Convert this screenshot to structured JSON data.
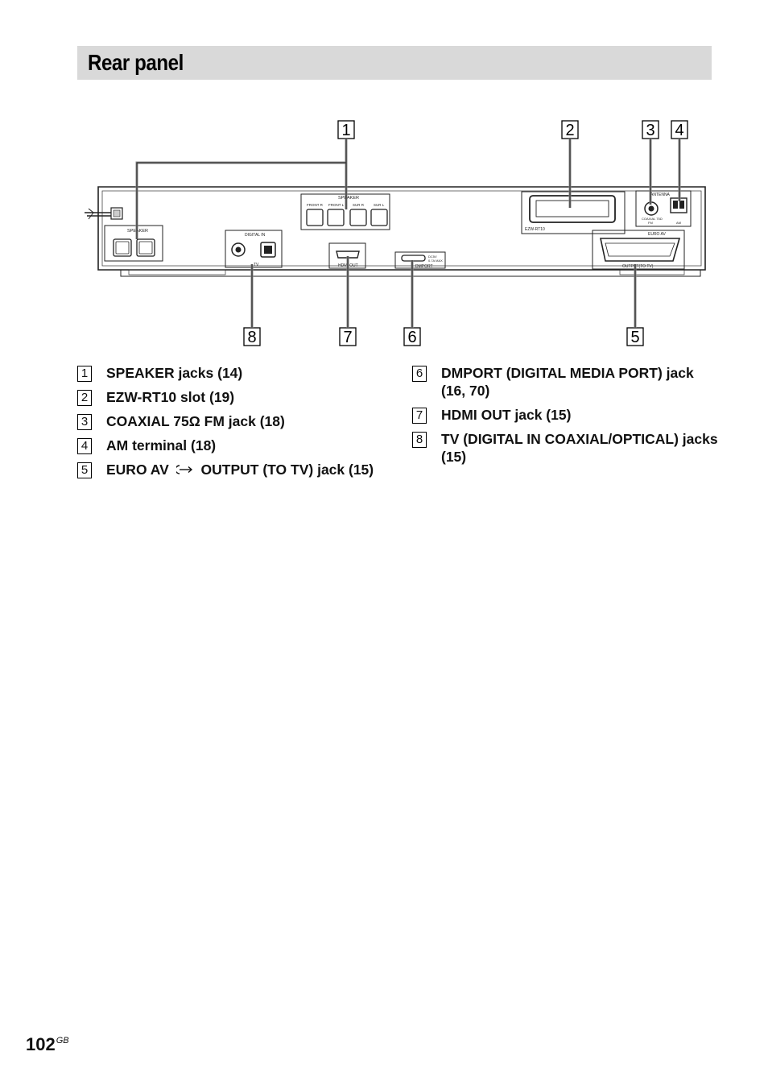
{
  "page": {
    "title": "Rear panel",
    "page_number": "102",
    "page_suffix": "GB"
  },
  "callouts": [
    "1",
    "2",
    "3",
    "4",
    "5",
    "6",
    "7",
    "8"
  ],
  "panel_labels": {
    "speaker_top": "SPEAKER",
    "front_r": "FRONT R",
    "front_l": "FRONT L",
    "sur_r": "SUR R",
    "sur_l": "SUR L",
    "speaker_left": "SPEAKER",
    "digital_in": "DIGITAL IN",
    "tv": "TV",
    "hdmi_out": "HDMI OUT",
    "dc": "DC5V",
    "ma": "0.7A MAX",
    "dmport": "DMPORT",
    "ezw": "EZW-RT10",
    "antenna": "ANTENNA",
    "coaxial": "COAXIAL 75Ω",
    "fm": "FM",
    "am": "AM",
    "euro_av": "EURO AV",
    "output": "OUTPUT(TO TV)"
  },
  "legend": {
    "left": [
      {
        "num": "1",
        "text": "SPEAKER jacks (14)"
      },
      {
        "num": "2",
        "text": "EZW-RT10 slot (19)"
      },
      {
        "num": "3",
        "text": "COAXIAL 75Ω FM jack (18)"
      },
      {
        "num": "4",
        "text": "AM terminal (18)"
      },
      {
        "num": "5",
        "text_a": "EURO AV",
        "text_b": "OUTPUT (TO TV) jack (15)"
      }
    ],
    "right": [
      {
        "num": "6",
        "text": "DMPORT (DIGITAL MEDIA PORT) jack (16, 70)"
      },
      {
        "num": "7",
        "text": "HDMI OUT jack (15)"
      },
      {
        "num": "8",
        "text": "TV (DIGITAL IN COAXIAL/OPTICAL) jacks (15)"
      }
    ]
  }
}
